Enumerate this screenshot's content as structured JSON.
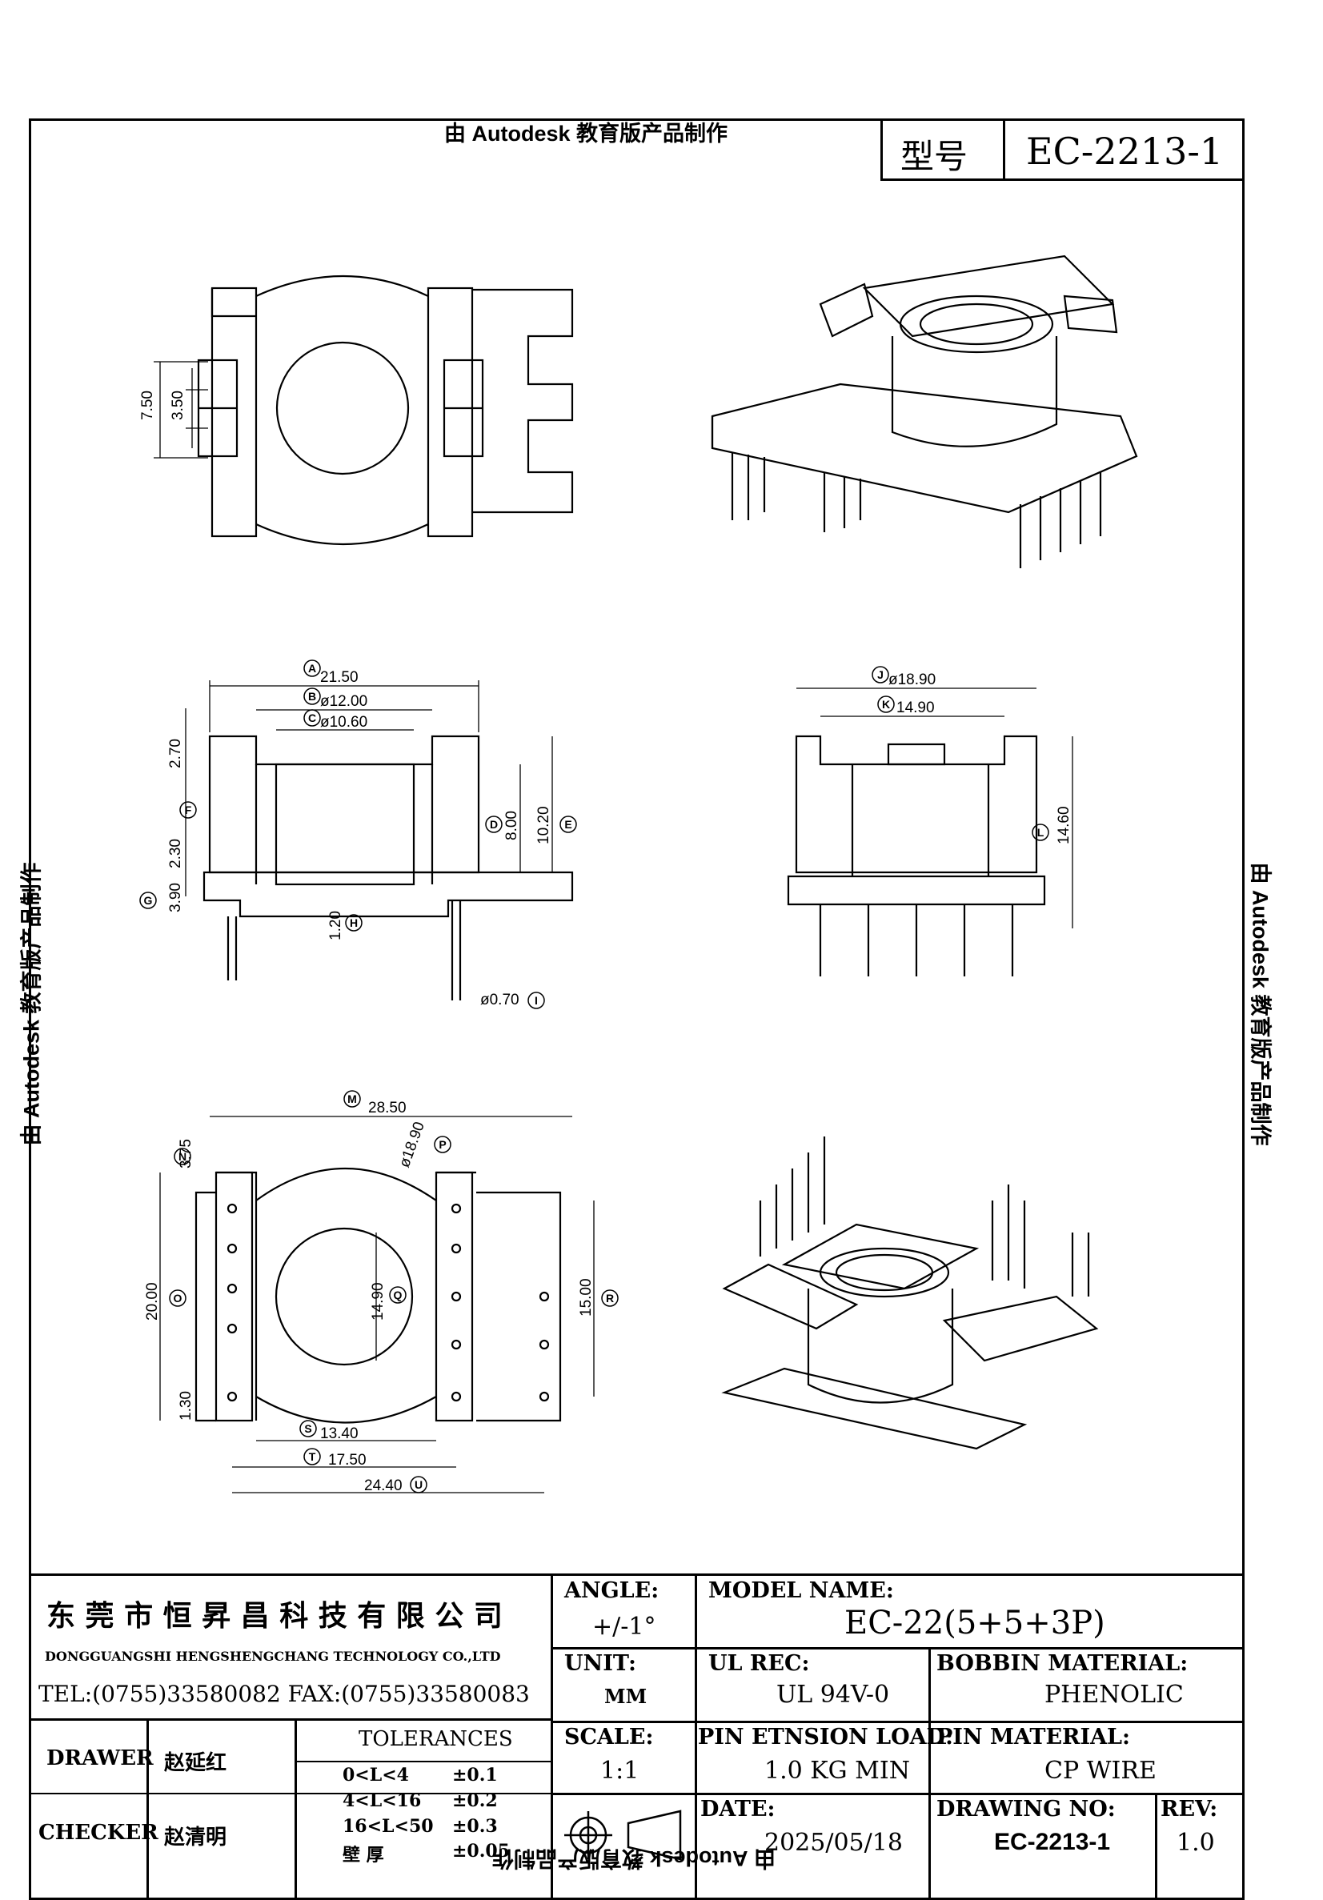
{
  "watermark": "由 Autodesk 教育版产品制作",
  "header": {
    "model_label": "型号",
    "model_value": "EC-2213-1"
  },
  "dimensions": {
    "top_view": [
      "7.50",
      "3.50"
    ],
    "front_view": {
      "A": "21.50",
      "B": "ø12.00",
      "C": "ø10.60",
      "D": "8.00",
      "E": "10.20",
      "F": "2.30",
      "G": "3.90",
      "H": "1.20",
      "I": "ø0.70",
      "top": "2.70"
    },
    "side_view": {
      "J": "ø18.90",
      "K": "14.90",
      "L": "14.60"
    },
    "bottom_view": {
      "M": "28.50",
      "N": "3.75",
      "O": "20.00",
      "P": "ø18.90",
      "Q": "14.90",
      "R": "15.00",
      "S": "13.40",
      "T": "17.50",
      "U": "24.40",
      "pitch": "1.30"
    }
  },
  "callouts": {
    "A": "A",
    "B": "B",
    "C": "C",
    "D": "D",
    "E": "E",
    "F": "F",
    "G": "G",
    "H": "H",
    "I": "I",
    "J": "J",
    "K": "K",
    "L": "L",
    "M": "M",
    "N": "N",
    "O": "O",
    "P": "P",
    "Q": "Q",
    "R": "R",
    "S": "S",
    "T": "T",
    "U": "U"
  },
  "title_block": {
    "company_cn": "东 莞 市 恒 昇 昌 科 技 有 限 公 司",
    "company_en": "DONGGUANGSHI HENGSHENGCHANG TECHNOLOGY CO.,LTD",
    "contact": "TEL:(0755)33580082 FAX:(0755)33580083",
    "angle_label": "ANGLE:",
    "angle_value": "+/-1°",
    "unit_label": "UNIT:",
    "unit_value": "MM",
    "scale_label": "SCALE:",
    "scale_value": "1:1",
    "model_name_label": "MODEL NAME:",
    "model_name_value": "EC-22(5+5+3P)",
    "ul_rec_label": "UL REC:",
    "ul_rec_value": "UL 94V-0",
    "bobbin_material_label": "BOBBIN MATERIAL:",
    "bobbin_material_value": "PHENOLIC",
    "pin_load_label": "PIN ETNSION LOAD:",
    "pin_load_value": "1.0 KG MIN",
    "pin_material_label": "PIN MATERIAL:",
    "pin_material_value": "CP WIRE",
    "date_label": "DATE:",
    "date_value": "2025/05/18",
    "drawing_no_label": "DRAWING NO:",
    "drawing_no_value": "EC-2213-1",
    "rev_label": "REV:",
    "rev_value": "1.0",
    "drawer_label": "DRAWER",
    "drawer_value": "赵延红",
    "checker_label": "CHECKER",
    "checker_value": "赵清明",
    "tolerances_label": "TOLERANCES",
    "tolerances": [
      {
        "range": "0<L<4",
        "value": "±0.1"
      },
      {
        "range": "4<L<16",
        "value": "±0.2"
      },
      {
        "range": "16<L<50",
        "value": "±0.3"
      },
      {
        "range": "壁  厚",
        "value": "±0.05"
      }
    ]
  }
}
